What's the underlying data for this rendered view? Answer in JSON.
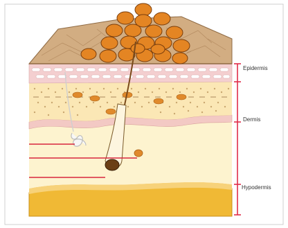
{
  "diagram": {
    "labels": {
      "epidermis": "Epidermis",
      "dermis": "Dermis",
      "hypodermis": "Hypodermis"
    },
    "colors": {
      "border": "#cfcfcf",
      "surface_top": "#d2ad82",
      "surface_line": "#b38a5f",
      "fat_cell": "#e48523",
      "fat_cell_stroke": "#8a4a10",
      "epidermis_pink": "#f4cfd0",
      "epidermis_cells": "#ffffff",
      "dermis_upper": "#fbe9bd",
      "dermis_dots": "#c9a770",
      "dermis_lower": "#fdf0c8",
      "dermis_bottom": "#fbf2d2",
      "hypodermis": "#f0b935",
      "gland": "#e08a2c",
      "hair": "#7a4a1a",
      "bracket": "#e02d4a",
      "pointer_line": "#d8263e"
    }
  }
}
